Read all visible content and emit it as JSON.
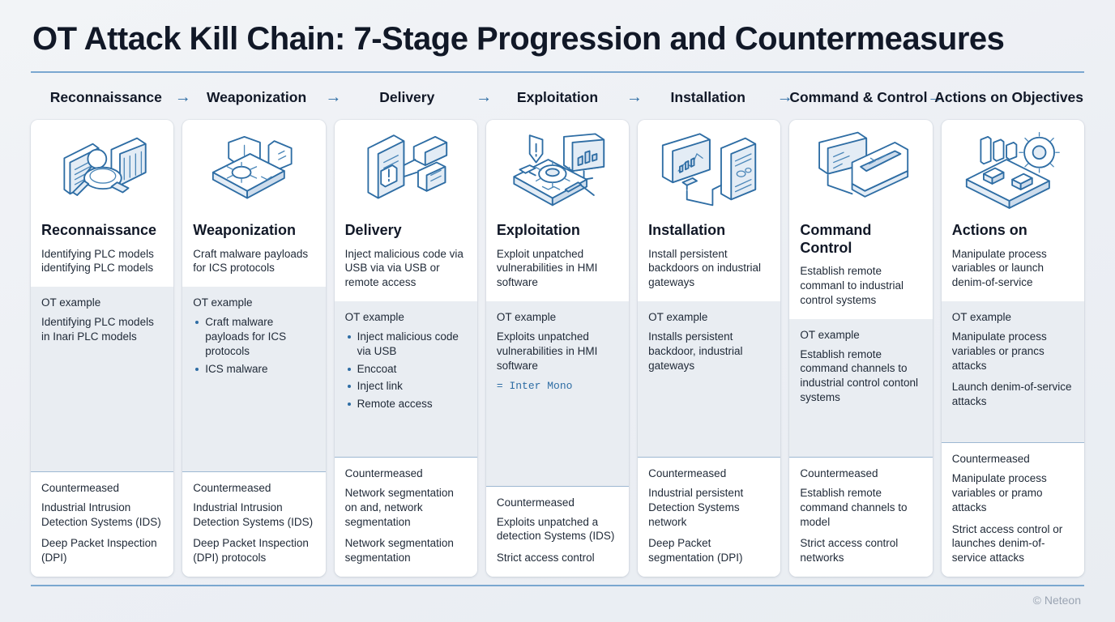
{
  "title": "OT Attack Kill Chain: 7-Stage Progression and Countermeasures",
  "arrow_glyph": "→",
  "colors": {
    "accent": "#2e6da4",
    "rule": "#7aa7d0",
    "example_bg": "#e9edf2",
    "card_bg": "#ffffff",
    "page_bg": "#eef1f5",
    "mono_text": "#2e6da4"
  },
  "stage_headers": [
    {
      "label": "Reconnaissance",
      "arrow": true
    },
    {
      "label": "Weaponization",
      "arrow": true
    },
    {
      "label": "Delivery",
      "arrow": true
    },
    {
      "label": "Exploitation",
      "arrow": true
    },
    {
      "label": "Installation",
      "arrow": true
    },
    {
      "label": "Command & Control",
      "arrow": true
    },
    {
      "label": "Actions on Objectives",
      "arrow": false
    }
  ],
  "labels": {
    "example": "OT example",
    "countermeasure": "Countermeased"
  },
  "cards": [
    {
      "icon": "magnifier-plc-scan-icon",
      "title": "Reconnaissance",
      "desc": "Identifying PLC models identifying PLC models",
      "example_label": "OT example",
      "example_paragraphs": [
        "Identifying PLC models in Inari PLC models"
      ],
      "example_bullets": [],
      "mono_note": "",
      "counter_label": "Countermeased",
      "counter_paragraphs": [
        "Industrial Intrusion Detection Systems (IDS)",
        "Deep Packet Inspection (DPI)"
      ]
    },
    {
      "icon": "malware-shield-bug-icon",
      "title": "Weaponization",
      "desc": "Craft malware payloads for ICS protocols",
      "example_label": "OT example",
      "example_paragraphs": [],
      "example_bullets": [
        "Craft malware payloads for ICS protocols",
        "ICS malware"
      ],
      "mono_note": "",
      "counter_label": "Countermeased",
      "counter_paragraphs": [
        "Industrial Intrusion Detection Systems (IDS)",
        "Deep Packet Inspection (DPI) protocols"
      ]
    },
    {
      "icon": "usb-drive-warning-icon",
      "title": "Delivery",
      "desc": "Inject malicious code via USB via via USB or remote access",
      "example_label": "OT example",
      "example_paragraphs": [],
      "example_bullets": [
        "Inject malicious code via USB",
        "Enccoat",
        "Inject link",
        "Remote access"
      ],
      "mono_note": "",
      "counter_label": "Countermeased",
      "counter_paragraphs": [
        "Network segmentation on and, network segmentation",
        "Network segmentation segmentation"
      ]
    },
    {
      "icon": "exploit-gear-monitor-icon",
      "title": "Exploitation",
      "desc": "Exploit unpatched vulnerabilities in HMI software",
      "example_label": "OT example",
      "example_paragraphs": [
        "Exploits unpatched vulnerabilities in HMI software"
      ],
      "example_bullets": [],
      "mono_note": "= Inter Mono",
      "counter_label": "Countermeased",
      "counter_paragraphs": [
        "Exploits unpatched a detection Systems (IDS)",
        "Strict access control"
      ]
    },
    {
      "icon": "monitor-server-backdoor-icon",
      "title": "Installation",
      "desc": "Install persistent backdoors on industrial gateways",
      "example_label": "OT example",
      "example_paragraphs": [
        "Installs persistent backdoor, industrial gateways"
      ],
      "example_bullets": [],
      "mono_note": "",
      "counter_label": "Countermeased",
      "counter_paragraphs": [
        "Industrial persistent Detection Systems network",
        "Deep Packet segmentation (DPI)"
      ]
    },
    {
      "icon": "laptop-terminal-remote-icon",
      "title": "Command Control",
      "desc": "Establish remote commanl to industrial control systems",
      "example_label": "OT example",
      "example_paragraphs": [
        "Establish remote command channels to industrial control contonl systems"
      ],
      "example_bullets": [],
      "mono_note": "",
      "counter_label": "Countermeased",
      "counter_paragraphs": [
        "Establish remote command channels to model",
        "Strict access control networks"
      ]
    },
    {
      "icon": "factory-gear-process-icon",
      "title": "Actions on",
      "desc": "Manipulate process variables or launch denim-of-service",
      "example_label": "OT example",
      "example_paragraphs": [
        "Manipulate process variables or prancs attacks",
        "Launch denim-of-service attacks"
      ],
      "example_bullets": [],
      "mono_note": "",
      "counter_label": "Countermeased",
      "counter_paragraphs": [
        "Manipulate process variables or pramo attacks",
        "Strict access control or launches denim-of-service attacks"
      ]
    }
  ],
  "footer": {
    "credit": "© Neteon"
  }
}
